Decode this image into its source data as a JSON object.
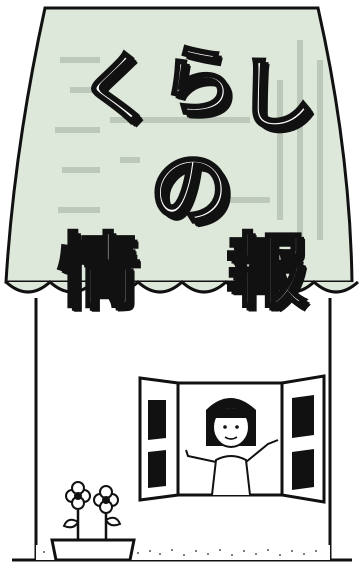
{
  "title": {
    "line1": [
      "く",
      "ら",
      "し"
    ],
    "line2": "の",
    "line3": [
      "情",
      "報"
    ]
  }
}
